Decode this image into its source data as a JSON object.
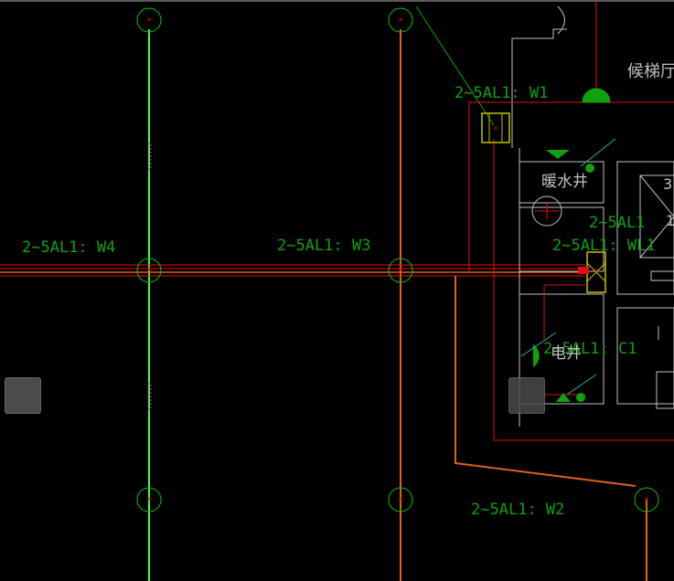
{
  "labels": {
    "w1": "2~5AL1: W1",
    "w2": "2~5AL1: W2",
    "w3": "2~5AL1: W3",
    "w4": "2~5AL1: W4",
    "wl1": "2~5AL1: WL1",
    "c1": "2~5AL1: C1",
    "al1": "2~5AL1",
    "elevator_hall": "候梯厅",
    "heating_shaft": "暖水井",
    "electric_shaft": "电井",
    "small1": "3",
    "small2": "1"
  },
  "colors": {
    "background": "#000000",
    "grid_green": "#10c010",
    "red": "#e01010",
    "orange": "#e06020",
    "bright_green": "#40ff40",
    "grey_wall": "#c0c0c0",
    "text_green": "#10a010",
    "magenta": "#d020d0",
    "cyan": "#20b0b0"
  },
  "icons": {
    "left_button": "grey-square-button",
    "right_button": "grey-square-button"
  }
}
